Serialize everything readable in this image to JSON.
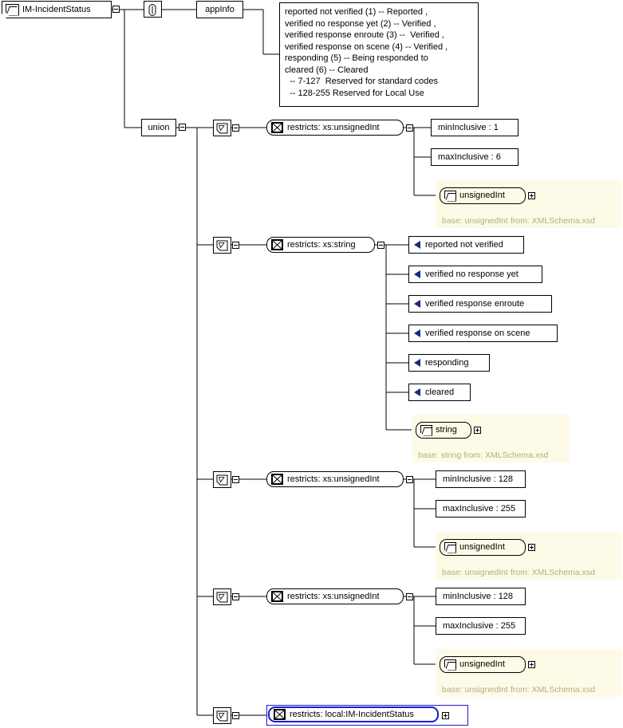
{
  "diagram": {
    "type": "xsd-schema-tree",
    "root": {
      "label": "IM-IncidentStatus",
      "icon": "element-icon"
    },
    "annotation_node": {
      "icon": "annotation-icon"
    },
    "appinfo": {
      "label": "appInfo"
    },
    "appinfo_text": "reported not verified (1) -- Reported ,\nverified no response yet (2) -- Verified ,\nverified response enroute (3) --  Verified ,\nverified response on scene (4) -- Verified ,\nresponding (5) -- Being responded to\ncleared (6) -- Cleared\n  -- 7-127  Reserved for standard codes\n  -- 128-255 Reserved for Local Use",
    "union": {
      "label": "union"
    },
    "branches": [
      {
        "id": "branch-1",
        "simple_type_icon": "simple-type-icon",
        "restriction": {
          "label": "restricts: xs:unsignedInt",
          "icon": "restriction-icon"
        },
        "facets": [
          {
            "label": "minInclusive : 1"
          },
          {
            "label": "maxInclusive : 6"
          }
        ],
        "base_type": {
          "label": "unsignedInt",
          "caption": "base: unsignedInt from: XMLSchema.xsd"
        }
      },
      {
        "id": "branch-2",
        "simple_type_icon": "simple-type-icon",
        "restriction": {
          "label": "restricts: xs:string",
          "icon": "restriction-icon"
        },
        "enumerations": [
          {
            "label": "reported not verified"
          },
          {
            "label": "verified no response yet"
          },
          {
            "label": "verified response enroute"
          },
          {
            "label": "verified response on scene"
          },
          {
            "label": "responding"
          },
          {
            "label": "cleared"
          }
        ],
        "base_type": {
          "label": "string",
          "caption": "base: string from: XMLSchema.xsd"
        }
      },
      {
        "id": "branch-3",
        "simple_type_icon": "simple-type-icon",
        "restriction": {
          "label": "restricts: xs:unsignedInt",
          "icon": "restriction-icon"
        },
        "facets": [
          {
            "label": "minInclusive : 128"
          },
          {
            "label": "maxInclusive : 255"
          }
        ],
        "base_type": {
          "label": "unsignedInt",
          "caption": "base: unsignedInt from: XMLSchema.xsd"
        }
      },
      {
        "id": "branch-4",
        "simple_type_icon": "simple-type-icon",
        "restriction": {
          "label": "restricts: xs:unsignedInt",
          "icon": "restriction-icon"
        },
        "facets": [
          {
            "label": "minInclusive : 128"
          },
          {
            "label": "maxInclusive : 255"
          }
        ],
        "base_type": {
          "label": "unsignedInt",
          "caption": "base: unsignedInt from: XMLSchema.xsd"
        }
      },
      {
        "id": "branch-5",
        "simple_type_icon": "simple-type-icon",
        "restriction": {
          "label": "restricts: local:IM-IncidentStatus",
          "icon": "restriction-icon",
          "selected": true
        }
      }
    ],
    "colors": {
      "base_panel_bg": "#fdfbe8",
      "base_caption": "#b0ae7e",
      "enum_arrow": "#1b2a7a",
      "selection": "#1a1ad0",
      "line": "#000000"
    }
  }
}
